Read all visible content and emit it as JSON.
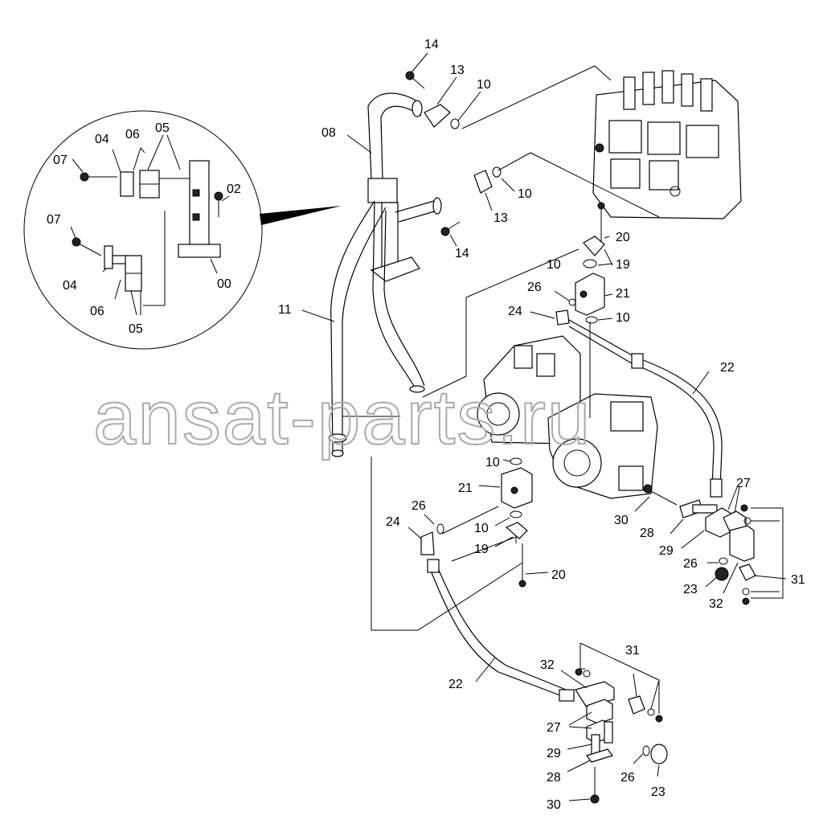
{
  "watermark": "ansat-parts.ru",
  "callouts": {
    "detail": [
      "04",
      "06",
      "05",
      "07",
      "02",
      "07",
      "04",
      "06",
      "05",
      "00"
    ],
    "main_top": [
      "14",
      "13",
      "10",
      "08",
      "10",
      "13",
      "14",
      "11",
      "20",
      "19",
      "10",
      "26",
      "21",
      "24",
      "10",
      "22"
    ],
    "left_group": [
      "10",
      "21",
      "26",
      "24",
      "10",
      "19",
      "20"
    ],
    "right_group": [
      "27",
      "30",
      "28",
      "29",
      "26",
      "23",
      "32",
      "31"
    ],
    "bottom_group": [
      "22",
      "32",
      "31",
      "27",
      "29",
      "28",
      "26",
      "23",
      "30"
    ]
  }
}
